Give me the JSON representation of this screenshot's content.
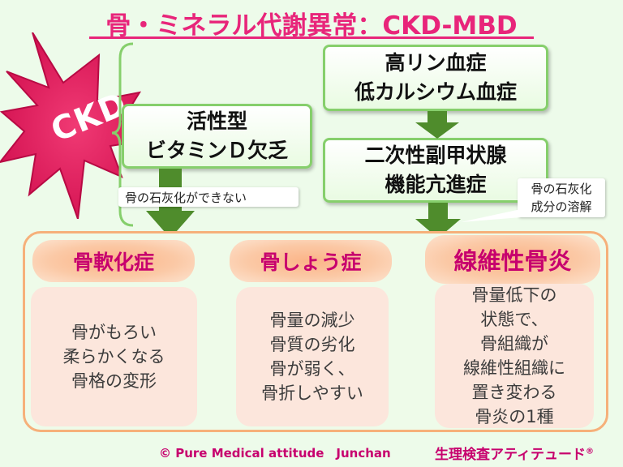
{
  "title": "骨・ミネラル代謝異常：CKD-MBD",
  "ckd_label": "CKD",
  "boxes": {
    "vitamin_d": [
      "活性型",
      "ビタミンＤ欠乏"
    ],
    "hyper": [
      "高リン血症",
      "低カルシウム血症"
    ],
    "parathyroid": [
      "二次性副甲状腺",
      "機能亢進症"
    ]
  },
  "callouts": {
    "left": "骨の石灰化ができない",
    "right": [
      "骨の石灰化",
      "成分の溶解"
    ]
  },
  "diseases": [
    {
      "name": "骨軟化症",
      "lines": [
        "骨がもろい",
        "柔らかくなる",
        "骨格の変形"
      ]
    },
    {
      "name": "骨しょう症",
      "lines": [
        "骨量の減少",
        "骨質の劣化",
        "骨が弱く、",
        "骨折しやすい"
      ]
    },
    {
      "name": "線維性骨炎",
      "lines": [
        "骨量低下の",
        "状態で、",
        "骨組織が",
        "線維性組織に",
        "置き変わる",
        "骨炎の1種"
      ]
    }
  ],
  "footer": {
    "copyright": "© Pure Medical attitude　Junchan",
    "brand": "生理検査アティテュード",
    "brand_mark": "®"
  },
  "colors": {
    "accent": "#e8257a",
    "burst": "#e6195c",
    "green_border": "#86cf6c",
    "arrow": "#4f8c2c",
    "panel_border": "#f6b07a",
    "pill": "#fbb487",
    "desc_bg": "#fce6dc",
    "background": "#edfbea"
  }
}
